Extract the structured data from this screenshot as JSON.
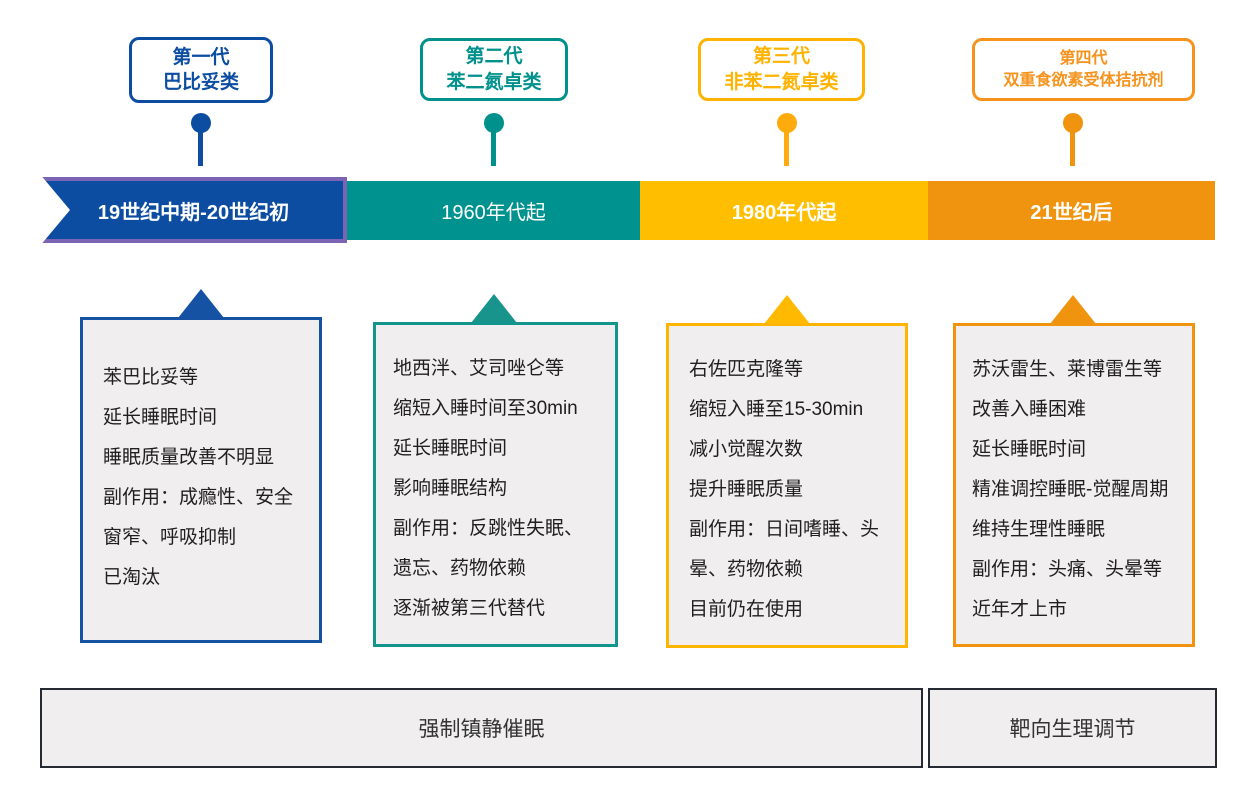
{
  "timeline": {
    "generations": [
      {
        "name_line1": "第一代",
        "name_line2": "巴比妥类",
        "period": "19世纪中期-20世纪初",
        "color": "#0C4DA2",
        "accent_border": "#7C64B4",
        "details": [
          "苯巴比妥等",
          "延长睡眠时间",
          "睡眠质量改善不明显",
          "副作用：成瘾性、安全窗窄、呼吸抑制",
          "已淘汰"
        ]
      },
      {
        "name_line1": "第二代",
        "name_line2": "苯二氮卓类",
        "period": "1960年代起",
        "color": "#00918D",
        "details": [
          "地西泮、艾司唑仑等",
          "缩短入睡时间至30min",
          "延长睡眠时间",
          "影响睡眠结构",
          "副作用：反跳性失眠、遗忘、药物依赖",
          "逐渐被第三代替代"
        ]
      },
      {
        "name_line1": "第三代",
        "name_line2": "非苯二氮卓类",
        "period": "1980年代起",
        "color": "#FFB400",
        "details": [
          "右佐匹克隆等",
          "缩短入睡至15-30min",
          "减小觉醒次数",
          "提升睡眠质量",
          "副作用：日间嗜睡、头晕、药物依赖",
          "目前仍在使用"
        ]
      },
      {
        "name_line1": "第四代",
        "name_line2": "双重食欲素受体拮抗剂",
        "period": "21世纪后",
        "color": "#F0930E",
        "details": [
          "苏沃雷生、莱博雷生等",
          "改善入睡困难",
          "延长睡眠时间",
          "精准调控睡眠-觉醒周期",
          "维持生理性睡眠",
          "副作用：头痛、头晕等",
          "近年才上市"
        ]
      }
    ]
  },
  "footer": {
    "left_label": "强制镇静催眠",
    "right_label": "靶向生理调节"
  },
  "colors": {
    "gen1_blue": "#0C4DA2",
    "gen1_purple_border": "#7C64B4",
    "gen2_teal": "#00918D",
    "gen3_yellow": "#FFB400",
    "gen4_orange": "#F0930E",
    "card_background": "#F0EEEE",
    "footer_border": "#262B33",
    "background": "#FFFFFF"
  }
}
